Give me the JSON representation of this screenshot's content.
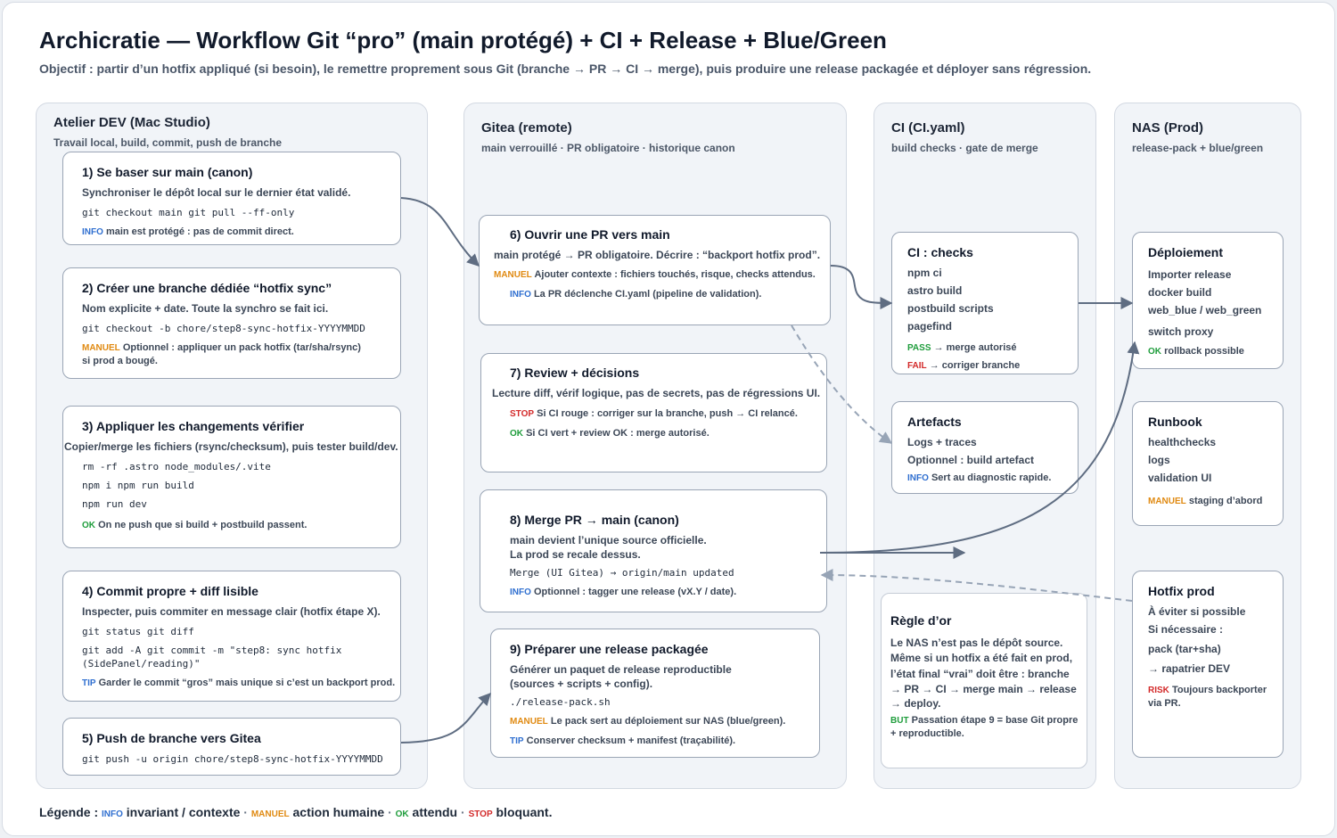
{
  "header": {
    "title": "Archicratie — Workflow Git “pro” (main protégé) + CI + Release + Blue/Green",
    "subtitle": "Objectif : partir d’un hotfix appliqué (si besoin), le remettre proprement sous Git (branche → PR → CI → merge), puis produire une release packagée et déployer sans régression."
  },
  "tags": {
    "info": "INFO",
    "manuel": "MANUEL",
    "ok": "OK",
    "stop": "STOP",
    "tip": "TIP",
    "pass": "PASS",
    "fail": "FAIL",
    "risk": "RISK",
    "but": "BUT"
  },
  "lanes": {
    "dev": {
      "title": "Atelier DEV (Mac Studio)",
      "sub": "Travail local, build, commit, push de branche"
    },
    "gitea": {
      "title": "Gitea (remote)",
      "sub": "main verrouillé · PR obligatoire · historique canon"
    },
    "ci": {
      "title": "CI (CI.yaml)",
      "sub": "build checks · gate de merge"
    },
    "nas": {
      "title": "NAS (Prod)",
      "sub": "release-pack + blue/green"
    }
  },
  "steps": {
    "s1": {
      "title": "1) Se baser sur main (canon)",
      "text": "Synchroniser le dépôt local sur le dernier état validé.",
      "code": "git checkout main git pull --ff-only",
      "note": "main est protégé : pas de commit direct."
    },
    "s2": {
      "title": "2) Créer une branche dédiée “hotfix sync”",
      "text": "Nom explicite + date. Toute la synchro se fait ici.",
      "code": "git checkout -b chore/step8-sync-hotfix-YYYYMMDD",
      "note1": "Optionnel : appliquer un pack hotfix (tar/sha/rsync)",
      "note2": "si prod a bougé."
    },
    "s3": {
      "title": "3) Appliquer les changements vérifier",
      "text": "Copier/merge les fichiers (rsync/checksum), puis tester build/dev.",
      "code1": "rm -rf .astro node_modules/.vite",
      "code2": "npm i npm run build",
      "code3": "npm run dev",
      "note": "On ne push que si build + postbuild passent."
    },
    "s4": {
      "title": "4) Commit propre + diff lisible",
      "text": "Inspecter, puis commiter en message clair (hotfix étape X).",
      "code1": "git status git diff",
      "code2": "git add -A git commit -m \"step8: sync hotfix",
      "code3": "(SidePanel/reading)\"",
      "note": "Garder le commit “gros” mais unique si c’est un backport prod."
    },
    "s5": {
      "title": "5) Push de branche vers Gitea",
      "code": "git push -u origin chore/step8-sync-hotfix-YYYYMMDD"
    },
    "s6": {
      "title": "6) Ouvrir une PR vers main",
      "text": "main protégé → PR obligatoire. Décrire : “backport hotfix prod”.",
      "note1": "Ajouter contexte : fichiers touchés, risque, checks attendus.",
      "note2": "La PR déclenche CI.yaml (pipeline de validation)."
    },
    "s7": {
      "title": "7) Review + décisions",
      "text": "Lecture diff, vérif logique, pas de secrets, pas de régressions UI.",
      "note1": "Si CI rouge : corriger sur la branche, push → CI relancé.",
      "note2": "Si CI vert + review OK : merge autorisé."
    },
    "s8": {
      "title": "8) Merge PR → main (canon)",
      "text1": "main devient l’unique source officielle.",
      "text2": "La prod se recale dessus.",
      "code": "Merge (UI Gitea) → origin/main updated",
      "note": "Optionnel : tagger une release (vX.Y / date)."
    },
    "s9": {
      "title": "9) Préparer une release packagée",
      "text1": "Générer un paquet de release reproductible",
      "text2": "(sources + scripts + config).",
      "code": "./release-pack.sh",
      "note1": "Le pack sert au déploiement sur NAS (blue/green).",
      "note2": "Conserver checksum + manifest (traçabilité)."
    }
  },
  "ci_cards": {
    "checks": {
      "title": "CI : checks",
      "items": [
        "npm ci",
        "astro build",
        "postbuild scripts",
        "pagefind"
      ],
      "pass": "→ merge autorisé",
      "fail": "→ corriger branche"
    },
    "artefacts": {
      "title": "Artefacts",
      "items": [
        "Logs + traces",
        "Optionnel : build artefact"
      ],
      "note": "Sert au diagnostic rapide."
    },
    "rule": {
      "title": "Règle d’or",
      "lines": [
        "Le NAS n’est pas le dépôt source.",
        "Même si un hotfix a été fait en prod,",
        "l’état final “vrai” doit être : branche",
        "→ PR → CI → merge main → release",
        "→ deploy."
      ],
      "note1": "Passation étape 9 = base Git propre",
      "note2": "+ reproductible."
    }
  },
  "nas_cards": {
    "deploy": {
      "title": "Déploiement",
      "items": [
        "Importer release",
        "docker build",
        "web_blue / web_green",
        "switch proxy"
      ],
      "note": "rollback possible"
    },
    "runbook": {
      "title": "Runbook",
      "items": [
        "healthchecks",
        "logs",
        "validation UI"
      ],
      "note": "staging d’abord"
    },
    "hotfix": {
      "title": "Hotfix prod",
      "items": [
        "À éviter si possible",
        "Si nécessaire :",
        "pack (tar+sha)",
        "→ rapatrier DEV"
      ],
      "note1": "Toujours backporter",
      "note2": "via PR."
    }
  },
  "legend": {
    "label": "Légende :",
    "info": "invariant / contexte",
    "manuel": "action humaine",
    "ok": "attendu",
    "stop": "bloquant.",
    "sep": "·"
  }
}
